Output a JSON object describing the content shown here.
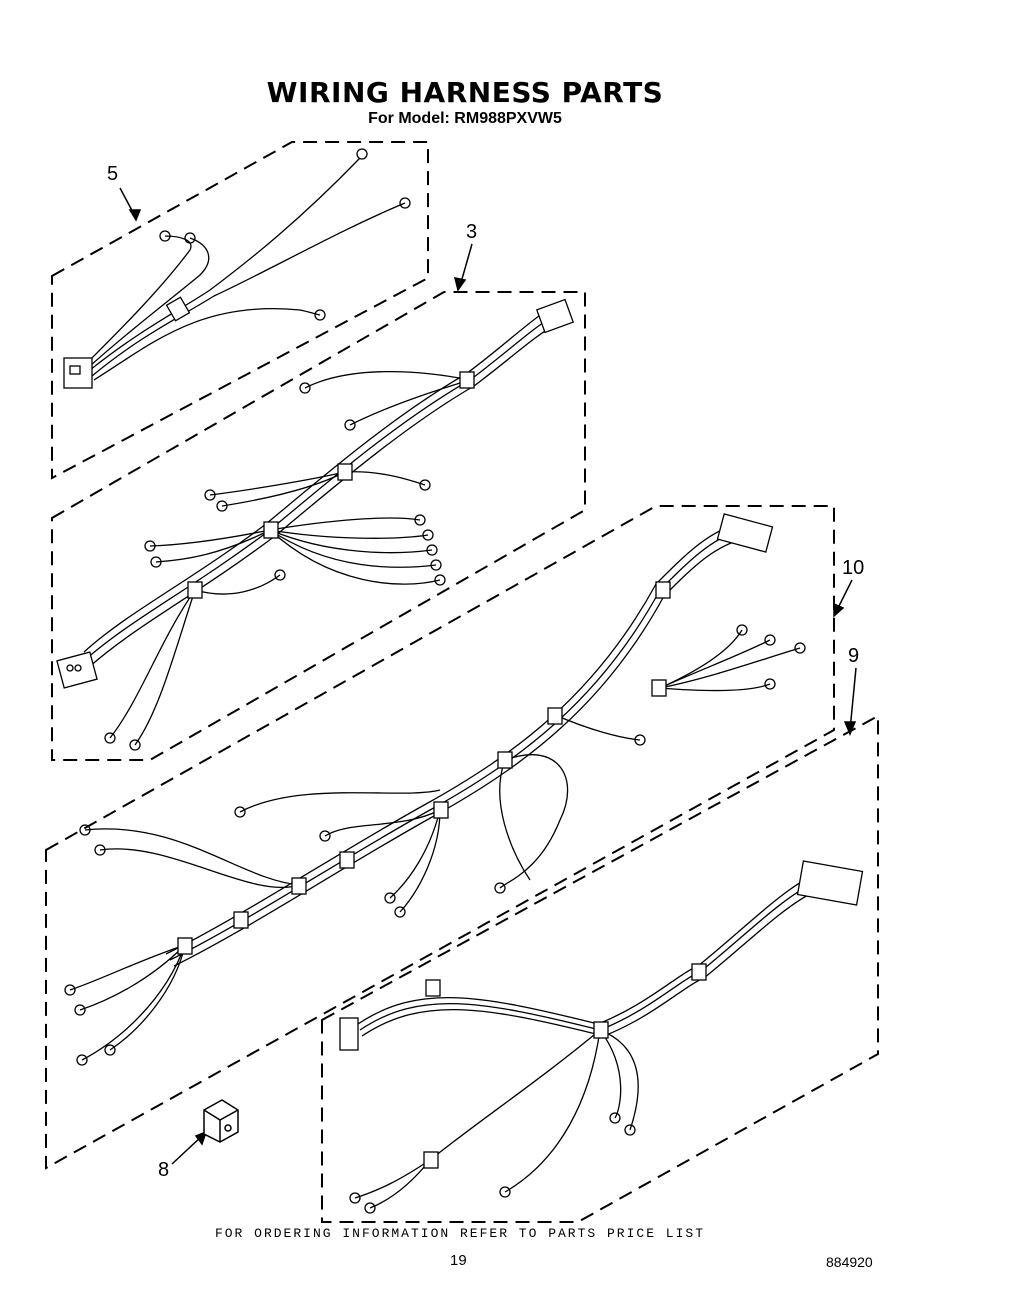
{
  "title": "WIRING HARNESS PARTS",
  "model_line": "For Model: RM988PXVW5",
  "callouts": {
    "harness_5": "5",
    "harness_3": "3",
    "harness_10": "10",
    "harness_9": "9",
    "part_8": "8"
  },
  "footer_note": "FOR ORDERING INFORMATION REFER TO PARTS PRICE LIST",
  "page_number": "19",
  "document_number": "884920"
}
